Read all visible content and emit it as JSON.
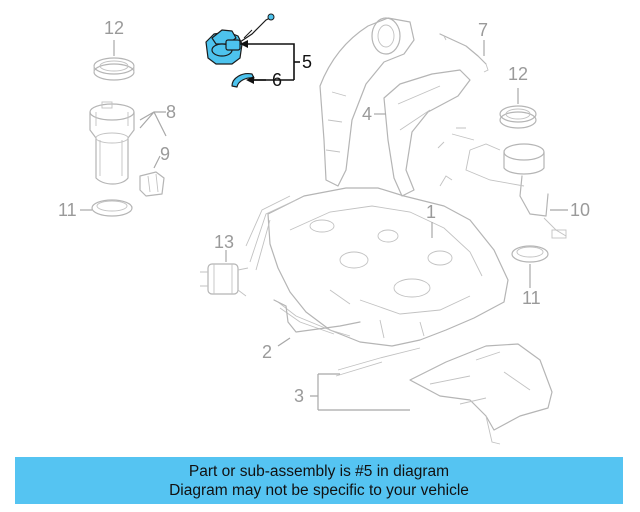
{
  "callouts": {
    "c1": "1",
    "c2": "2",
    "c3": "3",
    "c4": "4",
    "c5": "5",
    "c6": "6",
    "c7": "7",
    "c8": "8",
    "c9": "9",
    "c10": "10",
    "c11_left": "11",
    "c11_right": "11",
    "c12_left": "12",
    "c12_right": "12",
    "c13": "13"
  },
  "highlight": {
    "part_number": "5",
    "color": "#4dc3ee"
  },
  "banner": {
    "line1": "Part or sub-assembly is #5 in diagram",
    "line2": "Diagram may not be specific to your vehicle",
    "background": "#55c4f2"
  }
}
